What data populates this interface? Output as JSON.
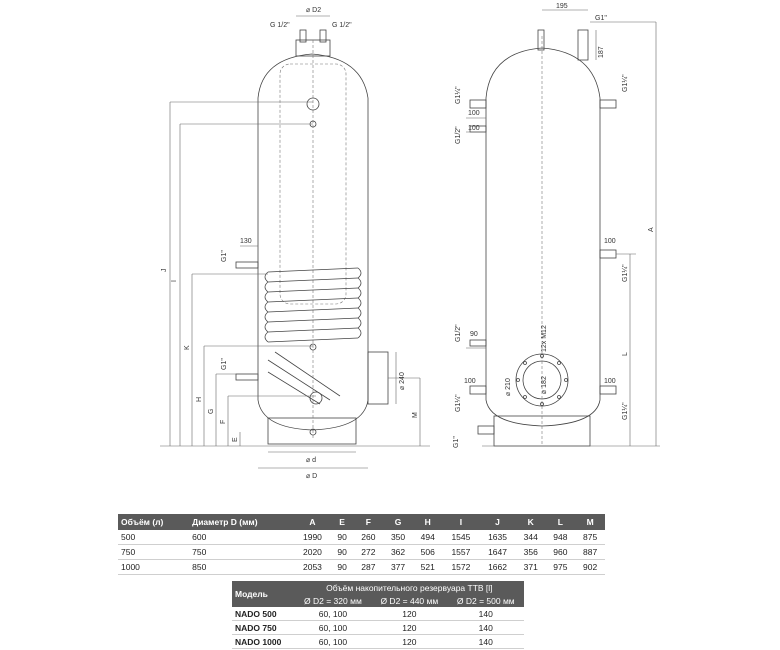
{
  "drawing": {
    "left_labels": {
      "d2": "⌀ D2",
      "g_top_left": "G 1/2\"",
      "g_top_right": "G 1/2\"",
      "g1_upper": "G1\"",
      "dim_130": "130",
      "g1_lower": "G1\"",
      "dim_240": "⌀ 240",
      "d_small": "⌀ d",
      "d_large": "⌀ D",
      "J": "J",
      "I": "I",
      "K": "K",
      "H": "H",
      "G": "G",
      "F": "F",
      "E": "E",
      "M": "M"
    },
    "right_labels": {
      "dim_195": "195",
      "g1_top": "G1\"",
      "dim_187": "187",
      "g114_upper_right": "G1¼\"",
      "g114_upper_left": "G1¼\"",
      "dim_100_a": "100",
      "g12_upper": "G1/2\"",
      "dim_100_b": "100",
      "dim_100_c": "100",
      "g114_mid_right": "G1¼\"",
      "A": "A",
      "g12_lower": "G1/2\"",
      "dim_90": "90",
      "bolts": "12x M12",
      "phi_210": "⌀ 210",
      "phi_182": "⌀ 182",
      "L": "L",
      "dim_100_d": "100",
      "dim_100_e": "100",
      "g114_lower_left": "G1¼\"",
      "g114_lower_right": "G1¼\"",
      "g1_bottom": "G1\""
    }
  },
  "dimensions_table": {
    "headers": [
      "Объём (л)",
      "Диаметр D (мм)",
      "A",
      "E",
      "F",
      "G",
      "H",
      "I",
      "J",
      "K",
      "L",
      "M"
    ],
    "rows": [
      [
        "500",
        "600",
        "1990",
        "90",
        "260",
        "350",
        "494",
        "1545",
        "1635",
        "344",
        "948",
        "875"
      ],
      [
        "750",
        "750",
        "2020",
        "90",
        "272",
        "362",
        "506",
        "1557",
        "1647",
        "356",
        "960",
        "887"
      ],
      [
        "1000",
        "850",
        "2053",
        "90",
        "287",
        "377",
        "521",
        "1572",
        "1662",
        "371",
        "975",
        "902"
      ]
    ]
  },
  "ttb_table": {
    "model_header": "Модель",
    "group_header": "Объём накопительного резервуара ТТВ [l]",
    "sub_headers": [
      "Ø D2 = 320 мм",
      "Ø D2 = 440 мм",
      "Ø D2 = 500 мм"
    ],
    "rows": [
      [
        "NADO 500",
        "60, 100",
        "120",
        "140"
      ],
      [
        "NADO 750",
        "60, 100",
        "120",
        "140"
      ],
      [
        "NADO 1000",
        "60, 100",
        "120",
        "140"
      ]
    ]
  }
}
